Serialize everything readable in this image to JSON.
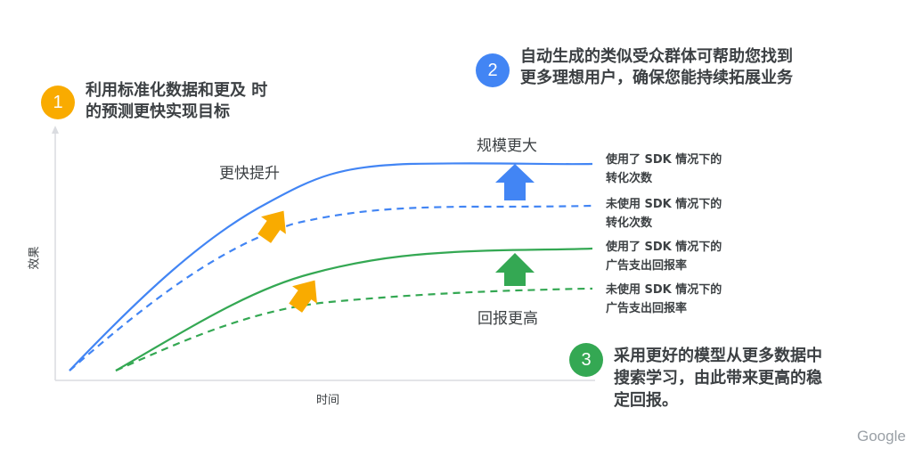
{
  "callouts": [
    {
      "number": "1",
      "color": "#f9ab00",
      "lines": [
        "利用标准化数据和更及 时",
        "的预测更快实现目标"
      ]
    },
    {
      "number": "2",
      "color": "#4285f4",
      "lines": [
        "自动生成的类似受众群体可帮助您找到",
        "更多理想用户，确保您能持续拓展业务"
      ]
    },
    {
      "number": "3",
      "color": "#34a853",
      "lines": [
        "采用更好的模型从更多数据中",
        "搜索学习，由此带来更高的稳",
        "定回报。"
      ]
    }
  ],
  "annotations": {
    "faster": "更快提升",
    "bigger": "规模更大",
    "higher": "回报更高"
  },
  "axes": {
    "x": "时间",
    "y": "效果"
  },
  "legend": [
    {
      "lines": [
        "使用了 SDK 情况下的",
        "转化次数"
      ],
      "color": "#4285f4",
      "style": "solid"
    },
    {
      "lines": [
        "未使用 SDK 情况下的",
        "转化次数"
      ],
      "color": "#4285f4",
      "style": "dashed"
    },
    {
      "lines": [
        "使用了 SDK 情况下的",
        "广告支出回报率"
      ],
      "color": "#34a853",
      "style": "solid"
    },
    {
      "lines": [
        "未使用 SDK 情况下的",
        "广告支出回报率"
      ],
      "color": "#34a853",
      "style": "dashed"
    }
  ],
  "colors": {
    "blue": "#4285f4",
    "green": "#34a853",
    "yellow": "#f9ab00",
    "axis": "#dadce0"
  },
  "brand": "Google"
}
